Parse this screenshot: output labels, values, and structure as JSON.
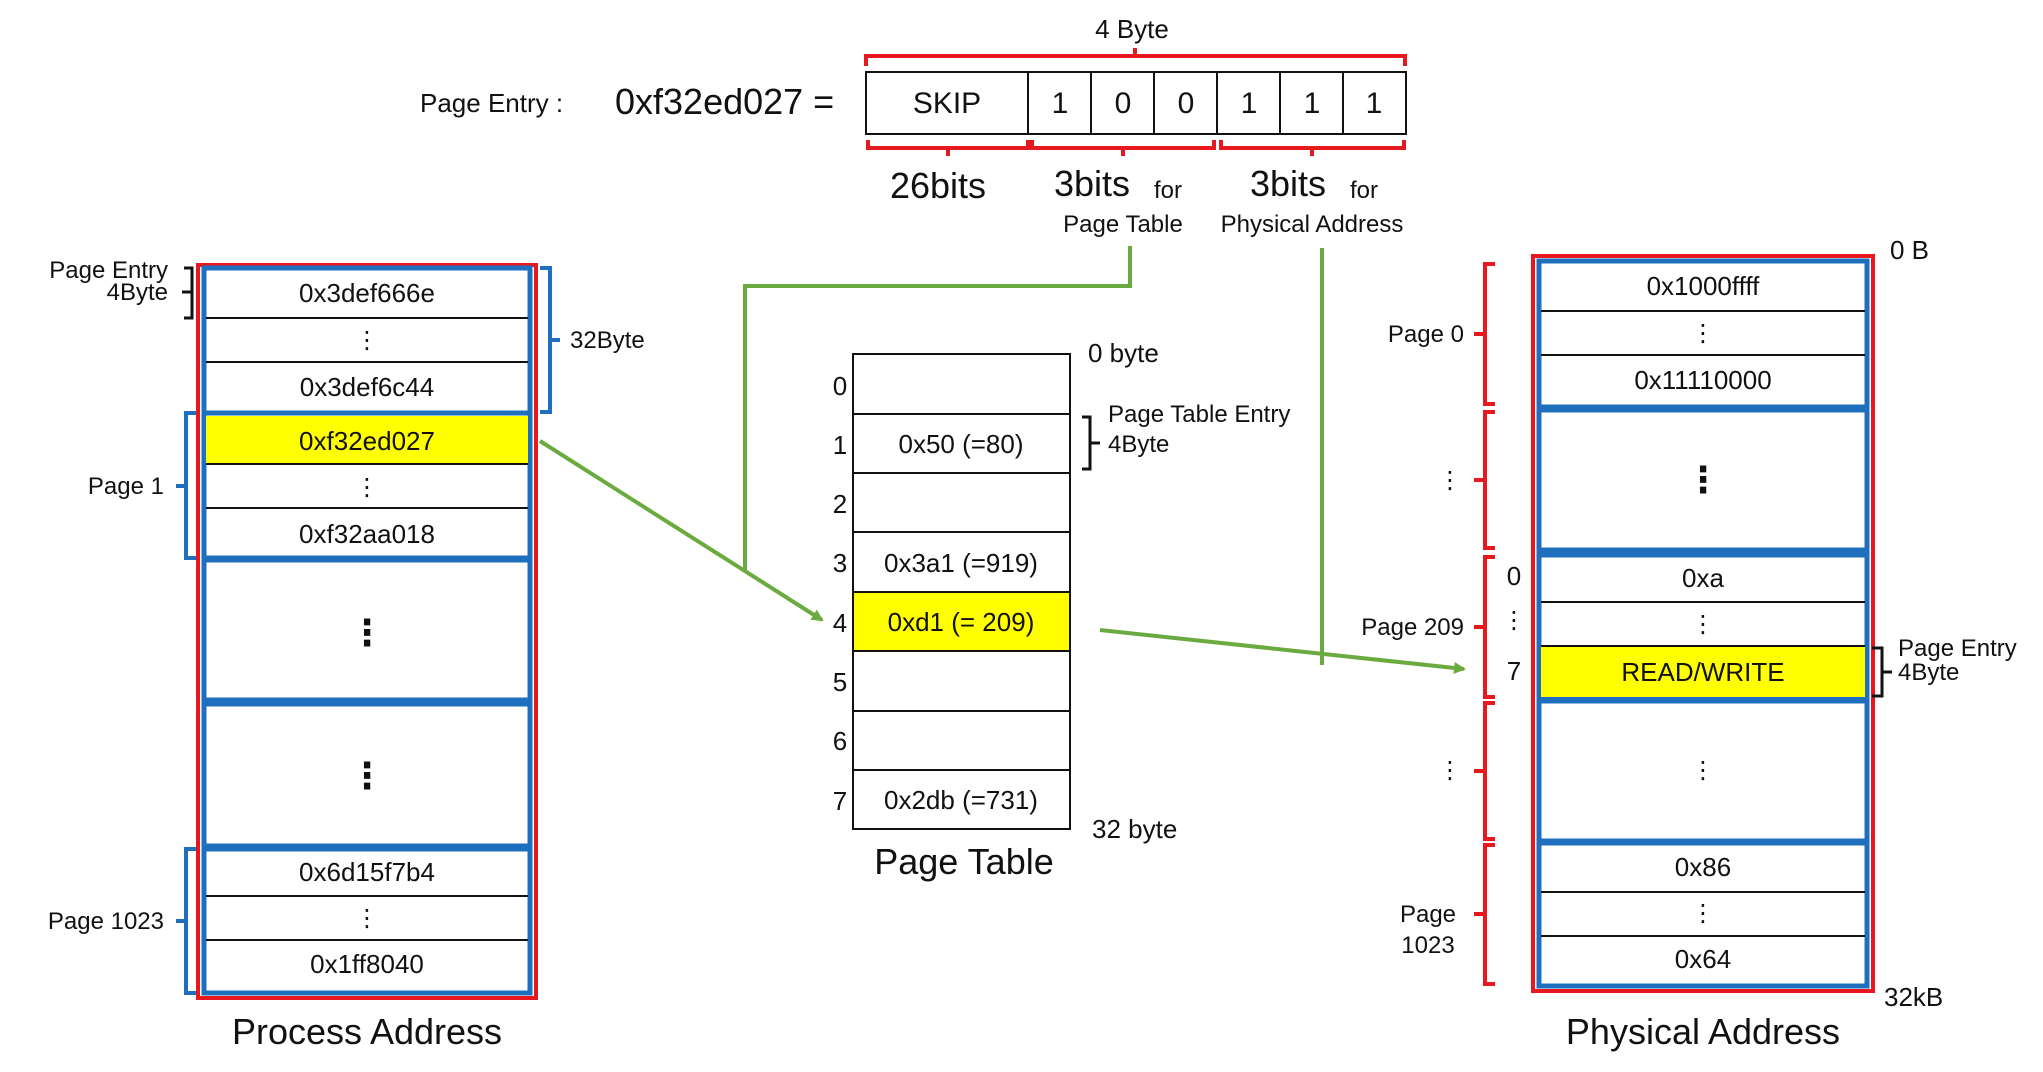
{
  "page_entry": {
    "label": "Page Entry :",
    "value": "0xf32ed027 =",
    "size_label": "4 Byte",
    "fields": [
      "SKIP",
      "1",
      "0",
      "0",
      "1",
      "1",
      "1"
    ],
    "bits_skip": "26bits",
    "bits_pt_main": "3bits",
    "bits_pt_for": "for",
    "bits_pt_desc": "Page Table",
    "bits_pa_main": "3bits",
    "bits_pa_for": "for",
    "bits_pa_desc": "Physical Address"
  },
  "process": {
    "title": "Process Address",
    "cells": [
      "0x3def666e",
      "⋮",
      "0x3def6c44",
      "0xf32ed027",
      "⋮",
      "0xf32aa018",
      "⋮",
      "⋮",
      "0x6d15f7b4",
      "⋮",
      "0x1ff8040"
    ],
    "entry_label_1": "Page Entry",
    "entry_label_2": "4Byte",
    "byte32": "32Byte",
    "page1": "Page 1",
    "page1023": "Page 1023"
  },
  "page_table": {
    "title": "Page Table",
    "top_label": "0 byte",
    "bottom_label": "32 byte",
    "entry_label_1": "Page Table Entry",
    "entry_label_2": "4Byte",
    "indices": [
      "0",
      "1",
      "2",
      "3",
      "4",
      "5",
      "6",
      "7"
    ],
    "cells": [
      "",
      "0x50 (=80)",
      "",
      "0x3a1 (=919)",
      "0xd1 (= 209)",
      "",
      "",
      "0x2db (=731)"
    ]
  },
  "physical": {
    "title": "Physical Address",
    "top_label": "0 B",
    "bottom_label": "32kB",
    "cells": [
      "0x1000ffff",
      "⋮",
      "0x11110000",
      "⋮",
      "0xa",
      "⋮",
      "READ/WRITE",
      "⋮",
      "0x86",
      "⋮",
      "0x64"
    ],
    "page0": "Page 0",
    "dots_upper": "⋮",
    "page209": "Page 209",
    "dots_lower": "⋮",
    "page1023_1": "Page",
    "page1023_2": "1023",
    "idx0": "0",
    "idx_dots": "⋮",
    "idx7": "7",
    "entry_label_1": "Page Entry",
    "entry_label_2": "4Byte"
  },
  "colors": {
    "red": "#e8191e",
    "blue": "#1f6fbf",
    "green": "#6aaa3f",
    "yellow": "#ffff00",
    "black": "#111111"
  }
}
